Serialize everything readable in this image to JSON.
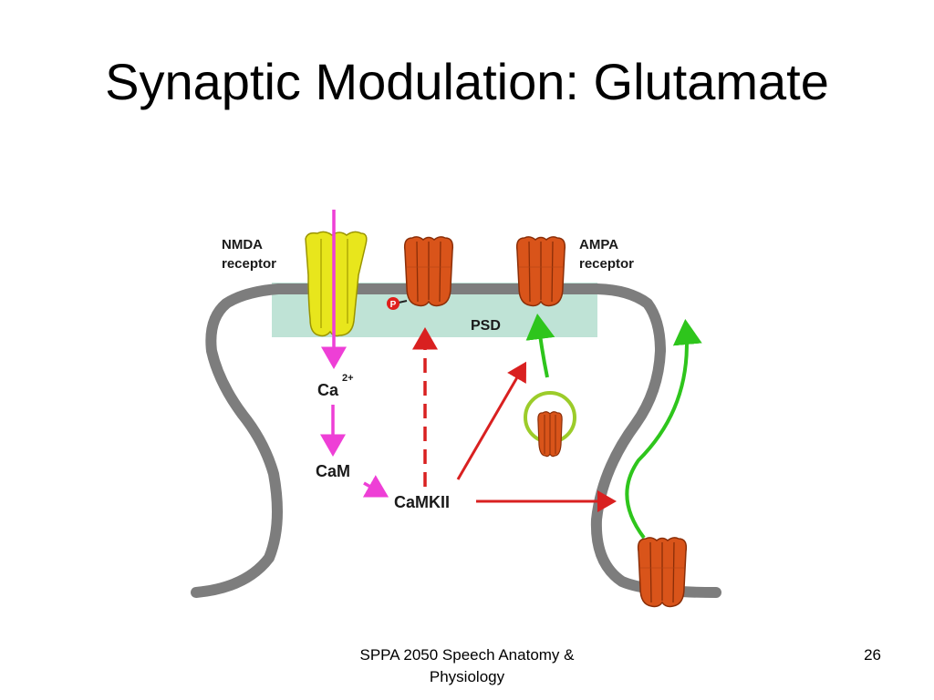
{
  "slide": {
    "title": "Synaptic Modulation: Glutamate"
  },
  "diagram": {
    "labels": {
      "nmda_line1": "NMDA",
      "nmda_line2": "receptor",
      "ampa_line1": "AMPA",
      "ampa_line2": "receptor",
      "psd": "PSD",
      "ca": "Ca",
      "ca_charge": "2+",
      "cam": "CaM",
      "camkii": "CaMKII",
      "phospho": "P"
    },
    "colors": {
      "membrane": "#7d7d7d",
      "psd_fill": "#bfe3d6",
      "nmda": "#e8e61c",
      "ampa": "#d9541a",
      "calcium_path": "#ee3fd6",
      "camkii_path": "#d92020",
      "trafficking": "#2ec51c",
      "vesicle": "#9ccc2a",
      "phospho": "#e0201c"
    }
  },
  "footer": {
    "line1": "SPPA 2050 Speech Anatomy &",
    "line2": "Physiology",
    "page_number": "26"
  }
}
